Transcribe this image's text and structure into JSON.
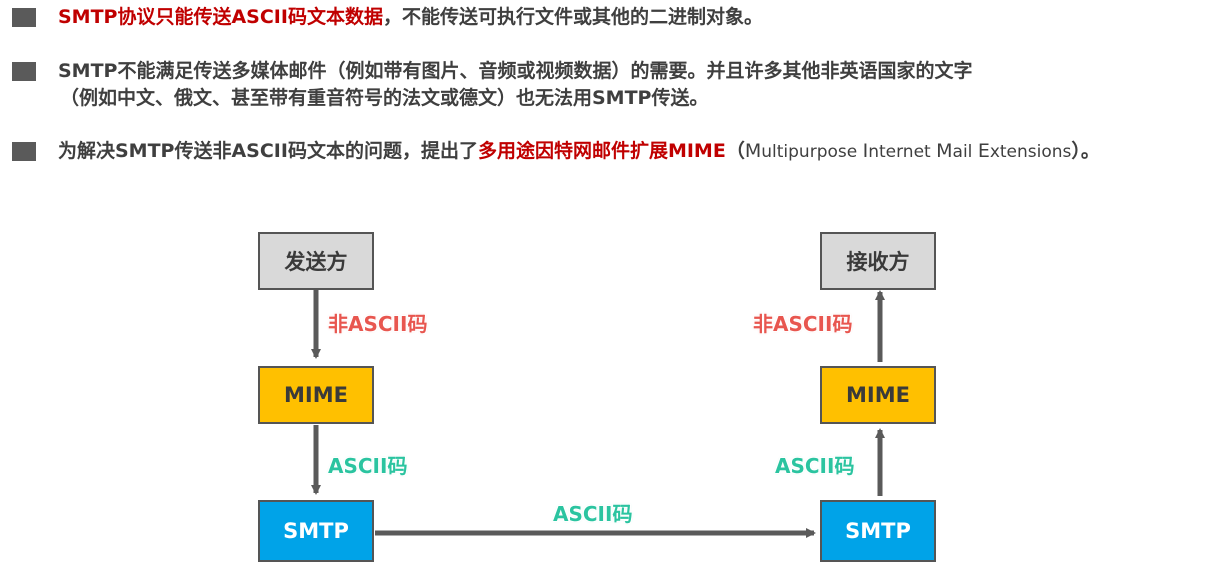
{
  "bullets": [
    {
      "red": "SMTP协议只能传送ASCII码文本数据",
      "rest": "，不能传送可执行文件或其他的二进制对象。"
    },
    {
      "line1": "SMTP不能满足传送多媒体邮件（例如带有图片、音频或视频数据）的需要。并且许多其他非英语国家的文字",
      "line2": "（例如中文、俄文、甚至带有重音符号的法文或德文）也无法用SMTP传送。"
    },
    {
      "pre": "为解决SMTP传送非ASCII码文本的问题，提出了",
      "red": "多用途因特网邮件扩展MIME",
      "paren_open": "（",
      "m1": "M",
      "w1": "ultipurpose ",
      "m2": "I",
      "w2": "nternet ",
      "m3": "M",
      "w3": "ail ",
      "m4": "E",
      "w4": "xtensions",
      "paren_close": "）。"
    }
  ],
  "diagram": {
    "sender": "发送方",
    "receiver": "接收方",
    "mime_left": "MIME",
    "mime_right": "MIME",
    "smtp_left": "SMTP",
    "smtp_right": "SMTP",
    "label_non_ascii_left": "非ASCII码",
    "label_non_ascii_right": "非ASCII码",
    "label_ascii_left": "ASCII码",
    "label_ascii_right": "ASCII码",
    "label_ascii_middle": "ASCII码"
  },
  "colors": {
    "red_text": "#c00000",
    "node_gray": "#d9d9d9",
    "node_yellow": "#ffc000",
    "node_blue": "#00a3e8",
    "label_red": "#e8564f",
    "label_green": "#2bc4a0",
    "arrow": "#5a5a5a"
  }
}
